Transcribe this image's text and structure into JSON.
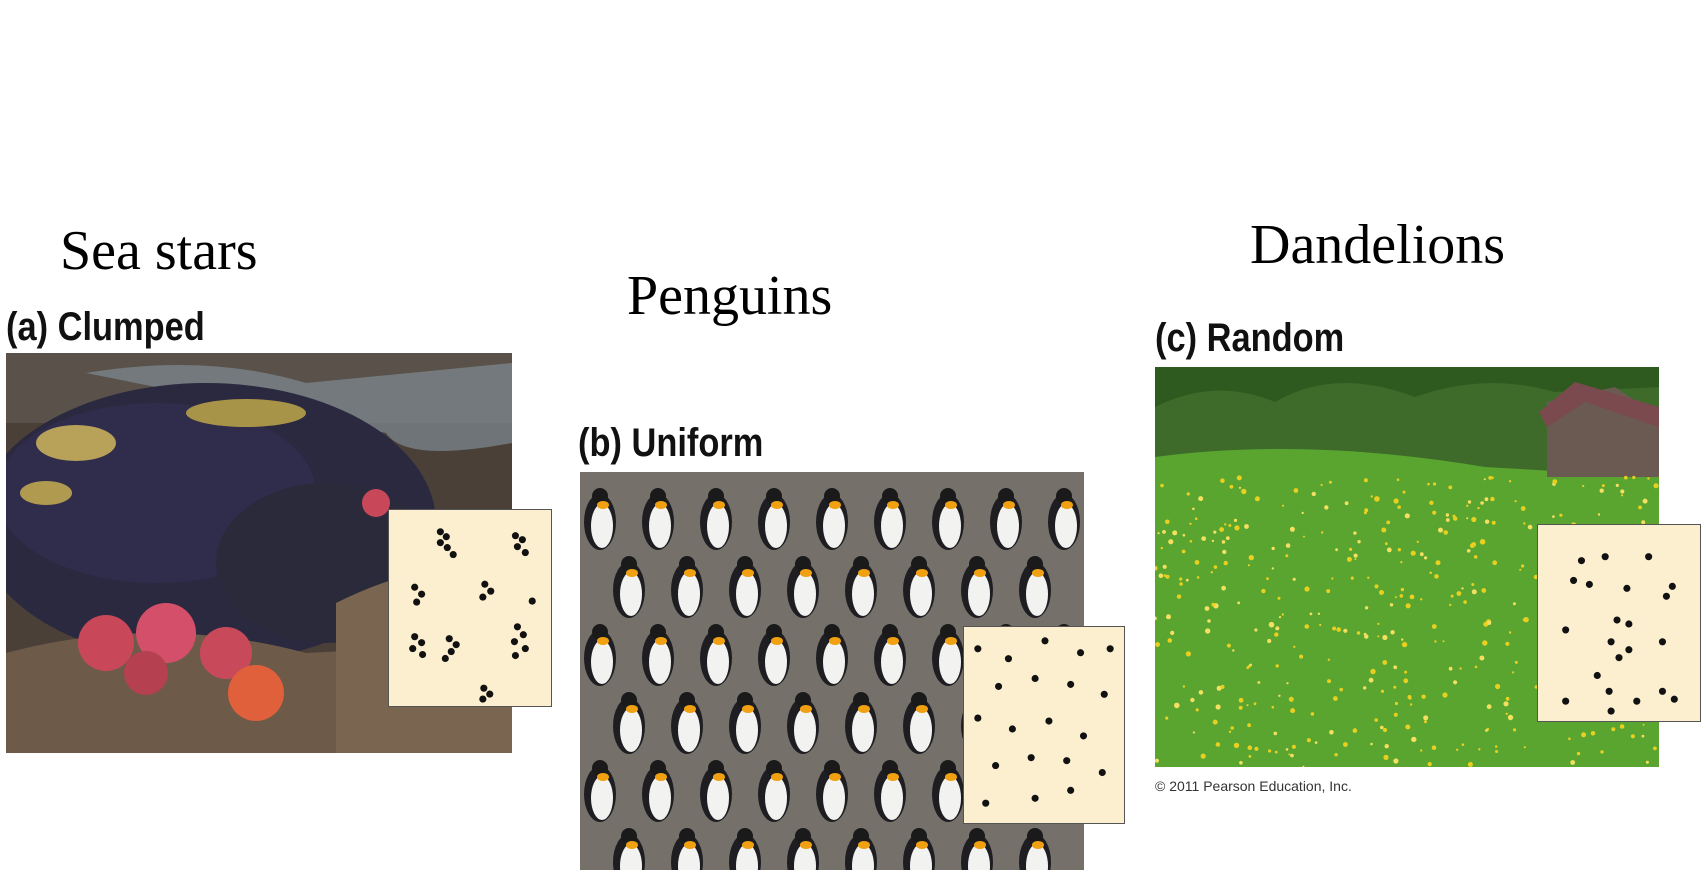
{
  "panels": [
    {
      "id": "a",
      "common_name": "Sea stars",
      "label": "(a) Clumped",
      "pattern": "clumped",
      "photo_subject": "sea-stars-on-mussel-covered-rocks",
      "dot_color": "#111111",
      "box_color": "#fcefd0"
    },
    {
      "id": "b",
      "common_name": "Penguins",
      "label": "(b) Uniform",
      "pattern": "uniform",
      "photo_subject": "king-penguin-colony",
      "dot_color": "#111111",
      "box_color": "#fcefd0"
    },
    {
      "id": "c",
      "common_name": "Dandelions",
      "label": "(c) Random",
      "pattern": "random",
      "photo_subject": "dandelion-meadow-with-barn",
      "dot_color": "#111111",
      "box_color": "#fcefd0"
    }
  ],
  "copyright": "© 2011 Pearson Education, Inc."
}
